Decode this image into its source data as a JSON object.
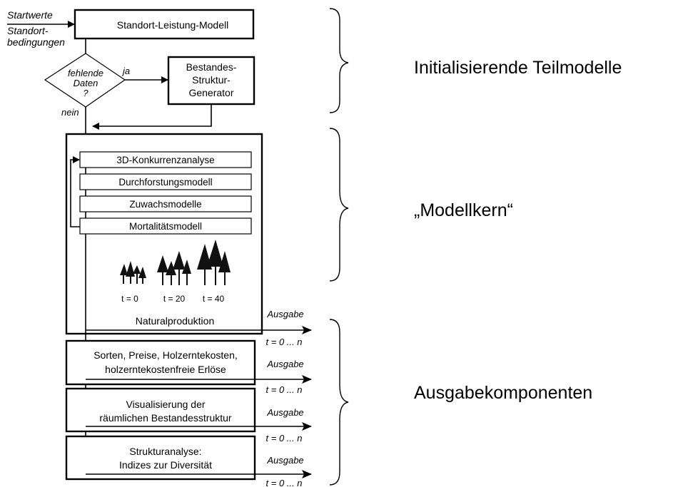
{
  "inputs": {
    "startwerte": "Startwerte",
    "standort_line1": "Standort-",
    "standort_line2": "bedingungen"
  },
  "boxes": {
    "standort_leistung": "Standort-Leistung-Modell",
    "bestandes_line1": "Bestandes-",
    "bestandes_line2": "Struktur-",
    "bestandes_line3": "Generator",
    "sorten_line1": "Sorten, Preise, Holzerntekosten,",
    "sorten_line2": "holzerntekostenfreie Erlöse",
    "visual_line1": "Visualisierung der",
    "visual_line2": "räumlichen Bestandesstruktur",
    "struktur_line1": "Strukturanalyse:",
    "struktur_line2": "Indizes zur Diversität"
  },
  "decision": {
    "line1": "fehlende",
    "line2": "Daten",
    "line3": "?",
    "yes": "ja",
    "no": "nein"
  },
  "kern": {
    "submodels": [
      "3D-Konkurrenzanalyse",
      "Durchforstungsmodell",
      "Zuwachsmodelle",
      "Mortalitätsmodell"
    ],
    "time_labels": [
      "t = 0",
      "t = 20",
      "t = 40"
    ],
    "footer": "Naturalproduktion"
  },
  "outputs": {
    "label": "Ausgabe",
    "range": "t = 0 ... n"
  },
  "groups": {
    "init": "Initialisierende Teilmodelle",
    "kern": "„Modellkern“",
    "ausgabe": "Ausgabekomponenten"
  }
}
